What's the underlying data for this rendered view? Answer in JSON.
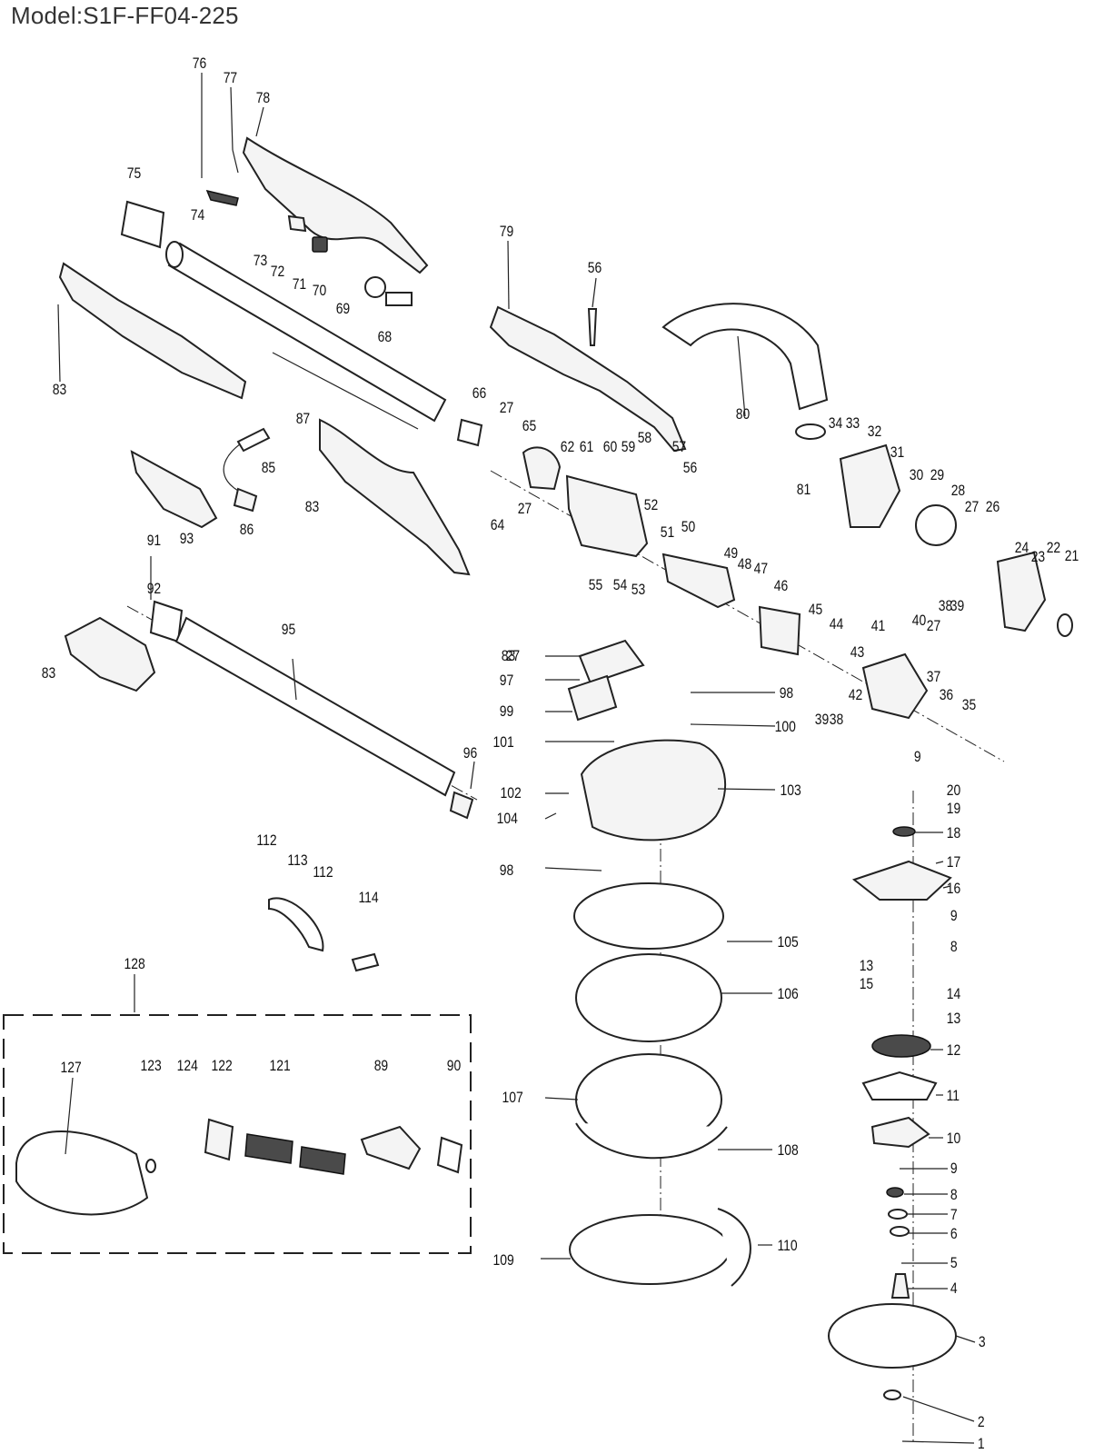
{
  "header": {
    "model_label": "Model:S1F-FF04-225"
  },
  "callouts": [
    "1",
    "2",
    "3",
    "4",
    "5",
    "6",
    "7",
    "8",
    "8",
    "9",
    "9",
    "9",
    "10",
    "11",
    "12",
    "13",
    "13",
    "14",
    "15",
    "16",
    "17",
    "18",
    "19",
    "20",
    "21",
    "22",
    "23",
    "24",
    "26",
    "27",
    "27",
    "27",
    "27",
    "27",
    "28",
    "29",
    "30",
    "31",
    "32",
    "33",
    "34",
    "35",
    "36",
    "37",
    "38",
    "38",
    "39",
    "39",
    "40",
    "41",
    "42",
    "43",
    "44",
    "45",
    "46",
    "47",
    "48",
    "49",
    "50",
    "51",
    "52",
    "53",
    "54",
    "55",
    "56",
    "56",
    "57",
    "58",
    "59",
    "60",
    "61",
    "62",
    "64",
    "65",
    "66",
    "68",
    "69",
    "70",
    "71",
    "72",
    "73",
    "74",
    "75",
    "76",
    "77",
    "78",
    "79",
    "80",
    "81",
    "83",
    "83",
    "83",
    "83",
    "85",
    "86",
    "87",
    "89",
    "90",
    "91",
    "92",
    "93",
    "95",
    "96",
    "97",
    "98",
    "98",
    "99",
    "100",
    "101",
    "102",
    "103",
    "104",
    "105",
    "106",
    "107",
    "108",
    "109",
    "110",
    "112",
    "112",
    "113",
    "114",
    "121",
    "122",
    "123",
    "124",
    "127",
    "128"
  ]
}
